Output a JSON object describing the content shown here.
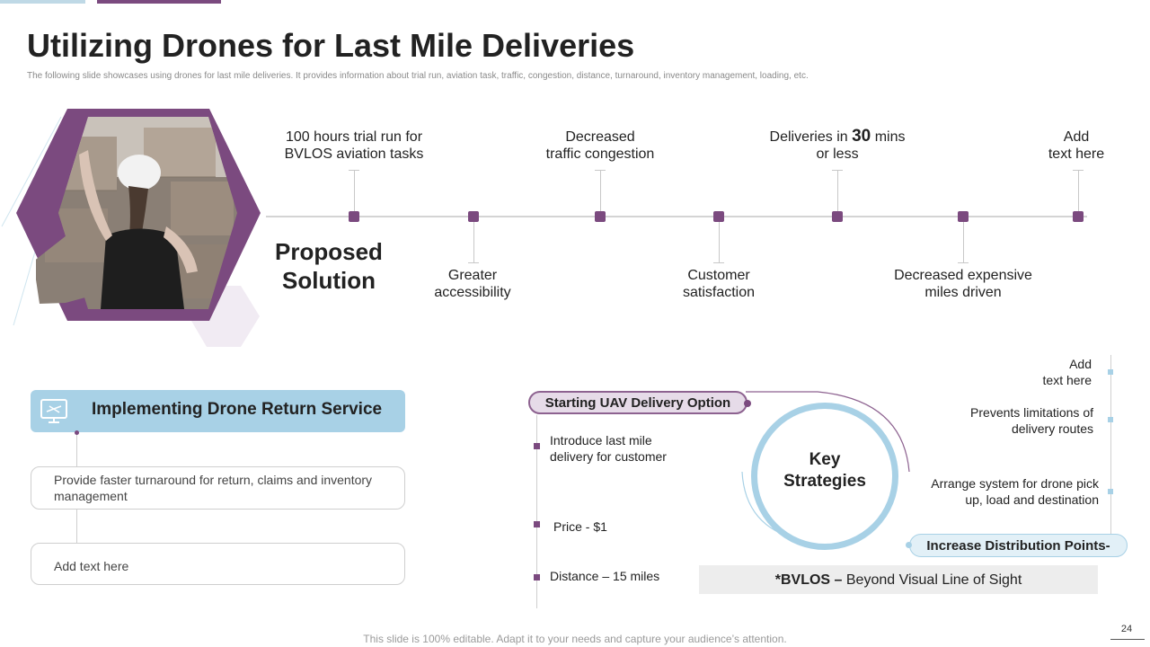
{
  "header": {
    "title": "Utilizing Drones for Last Mile Deliveries",
    "subtitle": "The following slide showcases using drones for last mile deliveries. It provides information about trial run, aviation task, traffic, congestion, distance, turnaround, inventory management, loading, etc."
  },
  "timeline": {
    "heading_line1": "Proposed",
    "heading_line2": "Solution",
    "top": [
      {
        "line1": "100 hours trial run for",
        "line2": "BVLOS aviation tasks"
      },
      {
        "line1": "Decreased",
        "line2": "traffic congestion"
      },
      {
        "line1_pre": "Deliveries in ",
        "line1_bold": "30",
        "line1_post": " mins",
        "line2": "or less"
      },
      {
        "line1": "Add",
        "line2": "text here"
      }
    ],
    "bottom": [
      {
        "line1": "Greater",
        "line2": "accessibility"
      },
      {
        "line1": "Customer",
        "line2": "satisfaction"
      },
      {
        "line1": "Decreased expensive",
        "line2": "miles driven"
      }
    ]
  },
  "return_service": {
    "title": "Implementing Drone Return Service",
    "box1": "Provide faster turnaround for return, claims and inventory management",
    "box2": "Add text here"
  },
  "key_strategies": {
    "center_line1": "Key",
    "center_line2": "Strategies",
    "start_pill": "Starting UAV Delivery Option",
    "end_pill": "Increase Distribution Points-",
    "left_items": [
      {
        "line1": "Introduce last mile",
        "line2": "delivery for customer"
      },
      {
        "line1": "Price - $1"
      },
      {
        "line1": "Distance – 15 miles"
      }
    ],
    "right_items": [
      {
        "line1": "Add",
        "line2": "text here"
      },
      {
        "line1": "Prevents limitations of",
        "line2": "delivery routes"
      },
      {
        "line1": "Arrange system for drone pick",
        "line2": "up, load and destination"
      }
    ]
  },
  "footnote": {
    "bold": "*BVLOS –",
    "text": " Beyond Visual Line of Sight"
  },
  "footer": {
    "text": "This slide is 100% editable. Adapt it to your needs and capture your audience’s attention.",
    "page_number": "24"
  },
  "colors": {
    "purple": "#7b4a7f",
    "light_blue": "#a8d1e6",
    "lavender": "#f1ebf3"
  },
  "icons": [
    "monitor-drone-icon"
  ]
}
